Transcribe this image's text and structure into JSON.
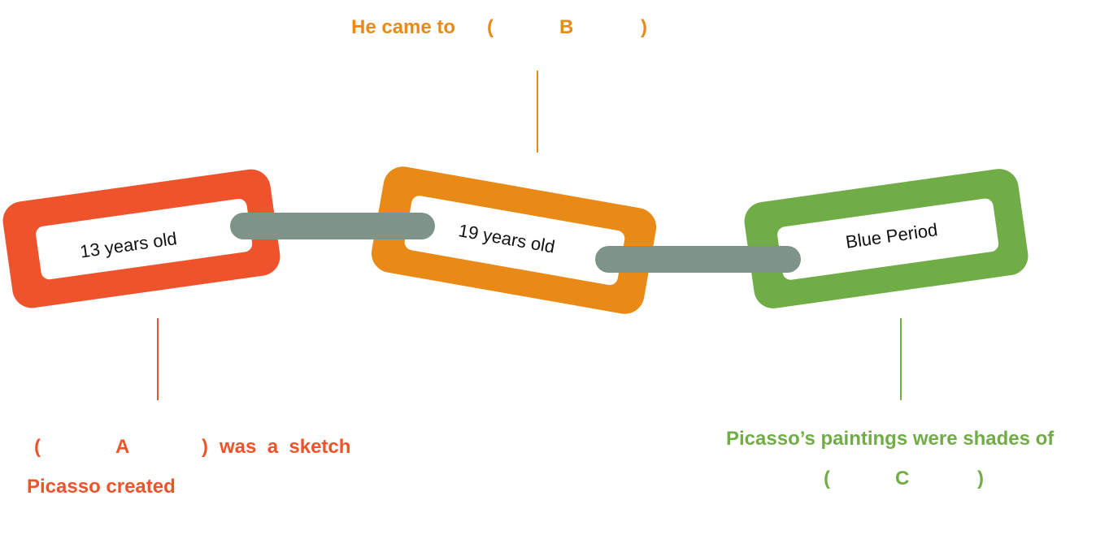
{
  "colors": {
    "red": "#EF532B",
    "orange": "#E98A17",
    "green": "#70AD47",
    "connector_gray": "#7F9489",
    "text_dark": "#111111"
  },
  "links": [
    {
      "id": "link-1",
      "color_key": "red",
      "text": "13 years old"
    },
    {
      "id": "link-2",
      "color_key": "orange",
      "text": "19 years old"
    },
    {
      "id": "link-3",
      "color_key": "green",
      "text": "Blue Period"
    }
  ],
  "callouts": {
    "top": {
      "prefix": "He came to",
      "open_paren": "(",
      "blank_letter": "B",
      "close_paren": ")"
    },
    "left": {
      "open_paren": "(",
      "blank_letter": "A",
      "close_paren": ")",
      "line1_suffix": "was  a  sketch",
      "line2": "Picasso created"
    },
    "right": {
      "line1": "Picasso’s paintings were shades of",
      "open_paren": "(",
      "blank_letter": "C",
      "close_paren": ")"
    }
  }
}
